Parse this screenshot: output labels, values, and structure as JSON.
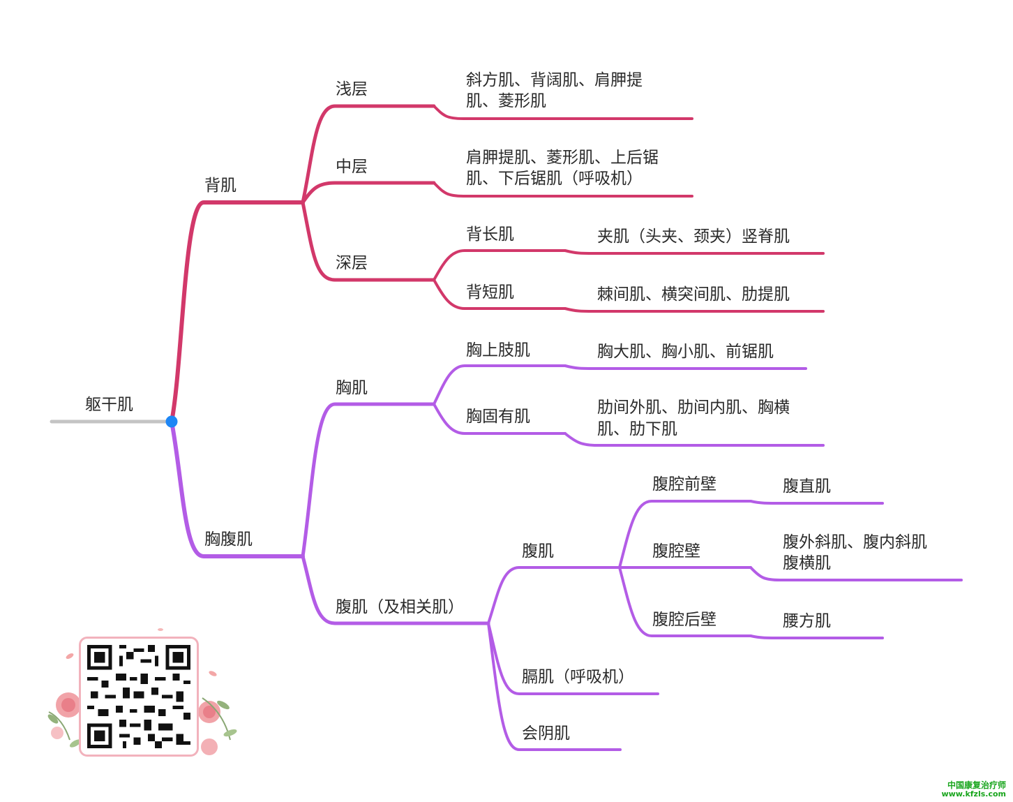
{
  "colors": {
    "root_line": "#c4c4c4",
    "back_branch": "#d2386a",
    "chest_branch": "#b35ce6",
    "root_node": "#1e86f5",
    "watermark": "#18a51c",
    "qr_border": "#f2b2bc"
  },
  "mindmap": {
    "root": "躯干肌",
    "back": {
      "label": "背肌",
      "superficial": {
        "label": "浅层",
        "detail": [
          "斜方肌、背阔肌、肩胛提",
          "肌、菱形肌"
        ]
      },
      "middle": {
        "label": "中层",
        "detail": [
          "肩胛提肌、菱形肌、上后锯",
          "肌、下后锯肌（呼吸机）"
        ]
      },
      "deep": {
        "label": "深层",
        "long": {
          "label": "背长肌",
          "detail": "夹肌（头夹、颈夹）竖脊肌"
        },
        "short": {
          "label": "背短肌",
          "detail": "棘间肌、横突间肌、肋提肌"
        }
      }
    },
    "chest_abdomen": {
      "label": "胸腹肌",
      "chest": {
        "label": "胸肌",
        "upper_limb": {
          "label": "胸上肢肌",
          "detail": "胸大肌、胸小肌、前锯肌"
        },
        "intrinsic": {
          "label": "胸固有肌",
          "detail": [
            "肋间外肌、肋间内肌、胸横",
            "肌、肋下肌"
          ]
        }
      },
      "abdomen_related": {
        "label": "腹肌（及相关肌）",
        "abdominal": {
          "label": "腹肌",
          "anterior": {
            "label": "腹腔前壁",
            "detail": "腹直肌"
          },
          "lateral": {
            "label": "腹腔壁",
            "detail": [
              "腹外斜肌、腹内斜肌",
              "腹横肌"
            ]
          },
          "posterior": {
            "label": "腹腔后壁",
            "detail": "腰方肌"
          }
        },
        "diaphragm": {
          "label": "膈肌（呼吸机）"
        },
        "perineal": {
          "label": "会阴肌"
        }
      }
    }
  },
  "watermark": {
    "line1": "中国康复治疗师",
    "line2": "www.kfzls.com"
  }
}
